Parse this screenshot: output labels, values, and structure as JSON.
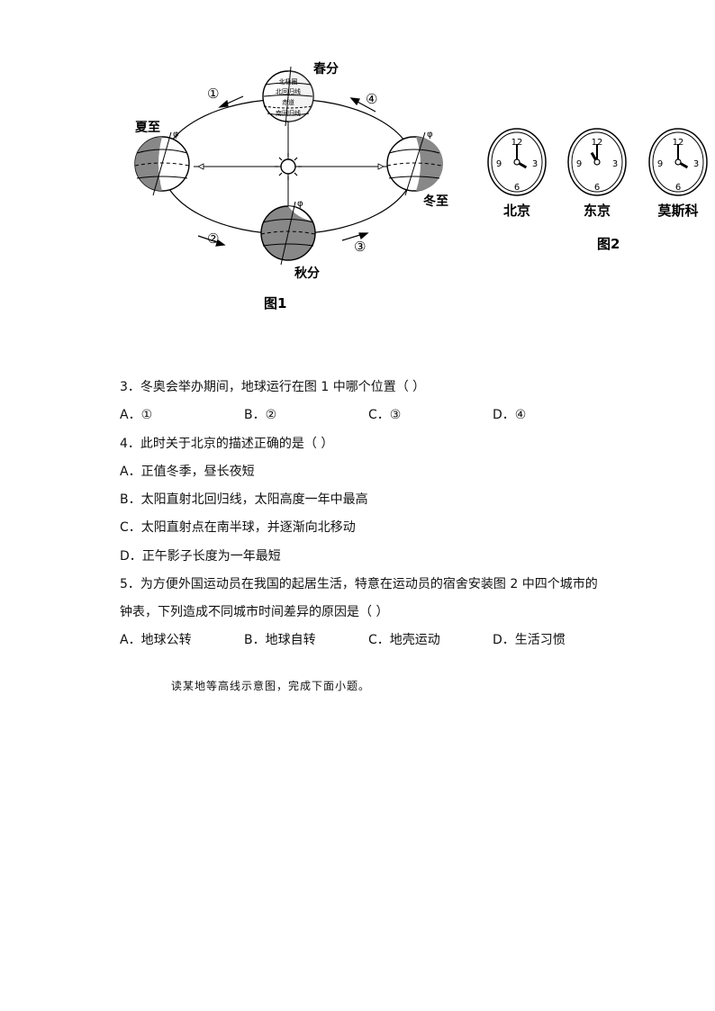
{
  "figure1": {
    "caption": "图1",
    "spring": "春分",
    "summer": "夏至",
    "autumn": "秋分",
    "winter": "冬至",
    "arrows": [
      "①",
      "②",
      "③",
      "④"
    ],
    "globe_labels": [
      "北极圈",
      "北回归线",
      "赤道",
      "南回归线"
    ]
  },
  "figure2": {
    "caption": "图2",
    "clocks": [
      {
        "city": "北京",
        "hour": 4,
        "minute": 0
      },
      {
        "city": "东京",
        "hour": 11,
        "minute": 0
      },
      {
        "city": "莫斯科",
        "hour": 4,
        "minute": 0
      }
    ],
    "numerals": [
      "12",
      "3",
      "6",
      "9"
    ]
  },
  "questions": [
    {
      "stem": "3．冬奥会举办期间，地球运行在图 1 中哪个位置（      ）",
      "options": [
        "A．①",
        "B．②",
        "C．③",
        "D．④"
      ]
    },
    {
      "stem": "4．此时关于北京的描述正确的是（      ）",
      "options": [
        "A．正值冬季，昼长夜短",
        "B．太阳直射北回归线，太阳高度一年中最高",
        "C．太阳直射点在南半球，并逐渐向北移动",
        "D．正午影子长度为一年最短"
      ]
    },
    {
      "stem_line1": "5．为方便外国运动员在我国的起居生活，特意在运动员的宿舍安装图 2 中四个城市的",
      "stem_line2": "钟表，下列造成不同城市时间差异的原因是（      ）",
      "options": [
        "A．地球公转",
        "B．地球自转",
        "C．地壳运动",
        "D．生活习惯"
      ]
    }
  ],
  "instruction": "读某地等高线示意图，完成下面小题。"
}
